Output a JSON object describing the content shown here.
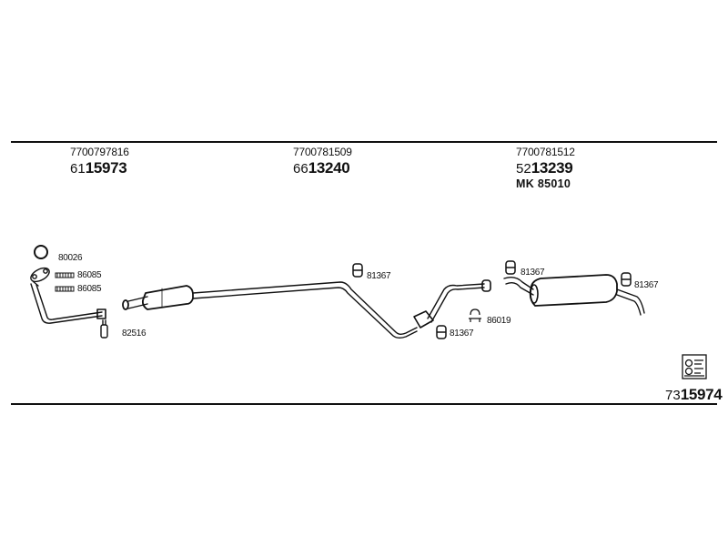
{
  "header_parts": [
    {
      "oe": "7700797816",
      "prefix": "61",
      "code": "15973"
    },
    {
      "oe": "7700781509",
      "prefix": "66",
      "code": "13240"
    },
    {
      "oe": "7700781512",
      "prefix": "52",
      "code": "13239",
      "extra": "MK  85010"
    }
  ],
  "labels": {
    "ring": "80026",
    "gasket_1": "86085",
    "gasket_2": "86085",
    "clamp": "82516",
    "mount_mid": "81367",
    "mount_low": "81367",
    "clamp_rear": "86019",
    "mount_rear_1": "81367",
    "mount_rear_2": "81367"
  },
  "kit": {
    "prefix": "73",
    "code": "15974"
  }
}
